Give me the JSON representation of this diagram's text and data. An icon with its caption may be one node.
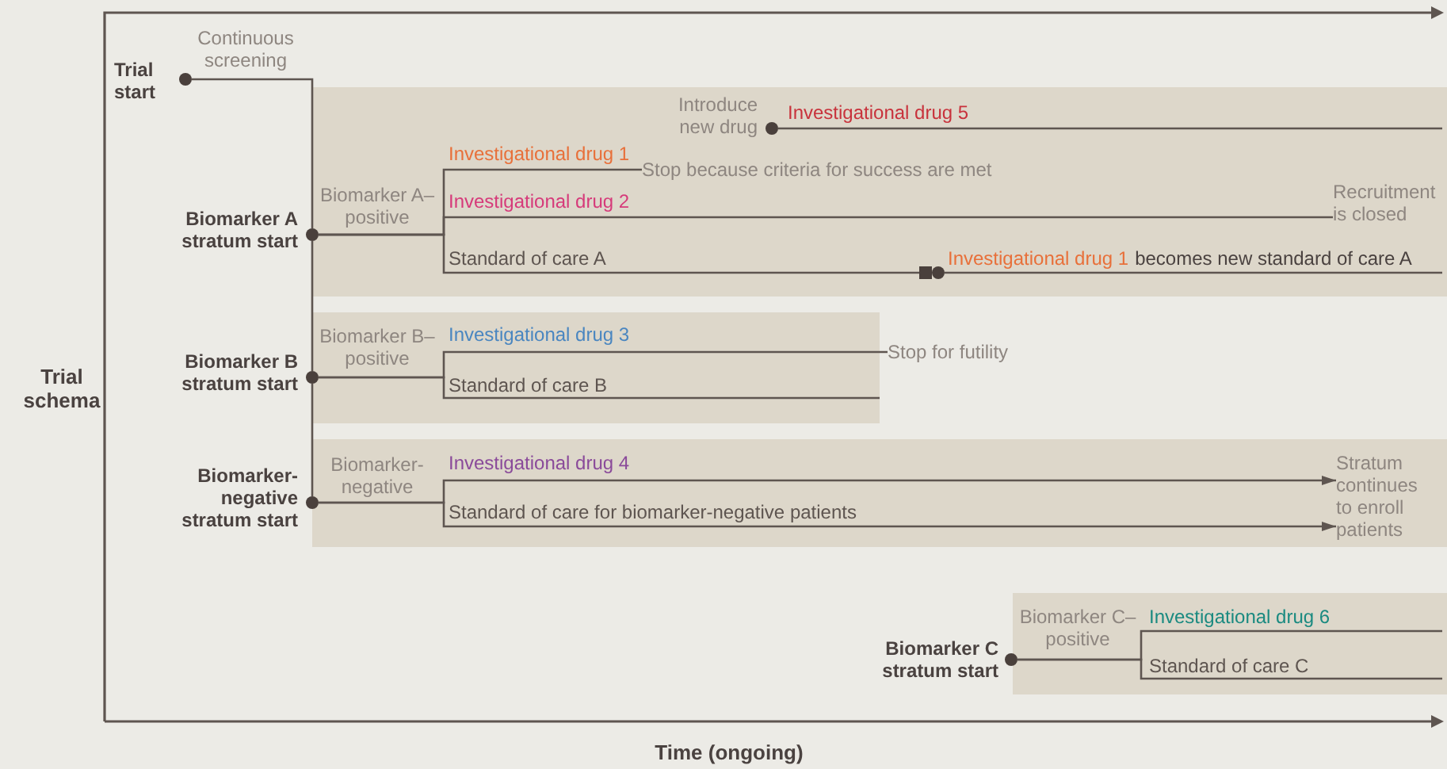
{
  "diagram": {
    "nodes": [
      {
        "text": [],
        "shape": "circle",
        "beside": [
          "Trial start"
        ]
      },
      {
        "text": [],
        "shape": "circle",
        "beside": [
          "Biomarker A stratum start",
          "Biomarker A– positive"
        ]
      },
      {
        "text": [],
        "shape": "circle",
        "beside": [
          "Introduce new drug"
        ]
      },
      {
        "text": [
          "Stop because criteria for success are met"
        ]
      },
      {
        "text": [
          "Recruitment is closed"
        ]
      },
      {
        "text": [],
        "shape": "circle",
        "beside": [
          "Investigational drug 1",
          "becomes new standard of care A"
        ]
      },
      {
        "text": [],
        "shape": "circle",
        "beside": [
          "Biomarker B stratum start",
          "Biomarker B– positive"
        ]
      },
      {
        "text": [
          "Stop for futility"
        ]
      },
      {
        "text": [],
        "shape": "circle",
        "beside": [
          "Biomarker-negative stratum start",
          "Biomarker- negative"
        ]
      },
      {
        "text": [
          "Stratum continues to enroll patients"
        ]
      },
      {
        "text": [],
        "shape": "circle",
        "beside": [
          "Biomarker C stratum start",
          "Biomarker C– positive"
        ]
      }
    ],
    "edges": [
      {
        "from": 0,
        "to": 1,
        "arrow": "none",
        "label": "Continuous screening"
      },
      {
        "from": 1,
        "to": 6,
        "arrow": "none"
      },
      {
        "from": 6,
        "to": 8,
        "arrow": "none"
      },
      {
        "from": 1,
        "to": 3,
        "arrow": "none",
        "label": "Investigational drug 1"
      },
      {
        "from": 1,
        "to": 4,
        "arrow": "none",
        "label": "Investigational drug 2"
      },
      {
        "from": 1,
        "to": 5,
        "arrow": "other",
        "label": "Standard of care A"
      },
      {
        "from": 5,
        "to": null,
        "arrow": "none"
      },
      {
        "from": 2,
        "to": null,
        "arrow": "none",
        "label": "Investigational drug 5"
      },
      {
        "from": 6,
        "to": 7,
        "arrow": "none",
        "label": "Investigational drug 3"
      },
      {
        "from": 6,
        "to": null,
        "arrow": "none",
        "label": "Standard of care B"
      },
      {
        "from": 8,
        "to": 9,
        "arrow": "to",
        "label": "Investigational drug 4"
      },
      {
        "from": 8,
        "to": 9,
        "arrow": "to",
        "label": "Standard of care for biomarker-negative patients"
      },
      {
        "from": 10,
        "to": null,
        "arrow": "none",
        "label": "Investigational drug 6"
      },
      {
        "from": 10,
        "to": null,
        "arrow": "none",
        "label": "Standard of care C"
      }
    ],
    "labels": [
      "Trial schema",
      "Time (ongoing)"
    ]
  }
}
